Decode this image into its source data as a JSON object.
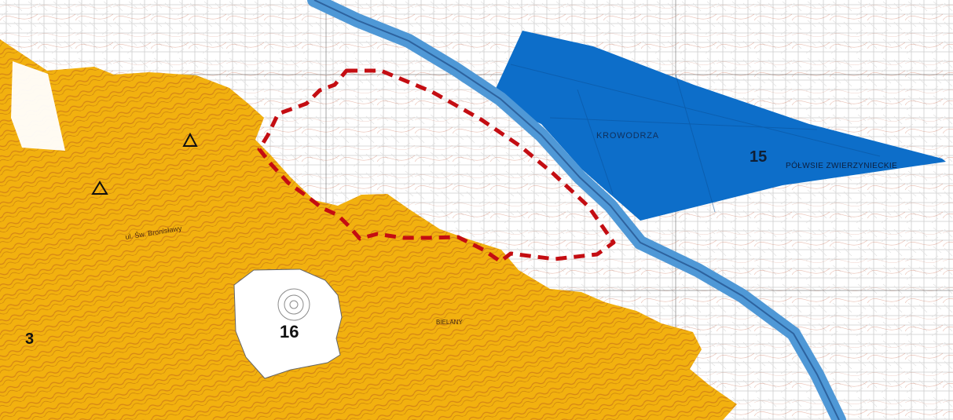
{
  "map": {
    "zone_labels": {
      "zone_15": "15",
      "zone_16": "16",
      "zone_3": "3"
    },
    "place_labels": {
      "krowodrza": "KROWODRZA",
      "polwsie_zwierzynieckie": "PÓŁWSIE ZWIERZYNIECKIE",
      "street_bronislawy": "ul. Św. Bronisławy",
      "bielany": "BIELANY"
    },
    "symbols": {
      "triangle_1": "triangle-marker-icon",
      "triangle_2": "triangle-marker-icon"
    },
    "colors": {
      "zone_yellow": "#f2b10f",
      "zone_blue": "#0d6ec9",
      "river": "#4f98d6",
      "boundary_dashed": "#c40d12",
      "contour": "#c6442a",
      "base_map_lines": "#8a8a8a"
    }
  }
}
